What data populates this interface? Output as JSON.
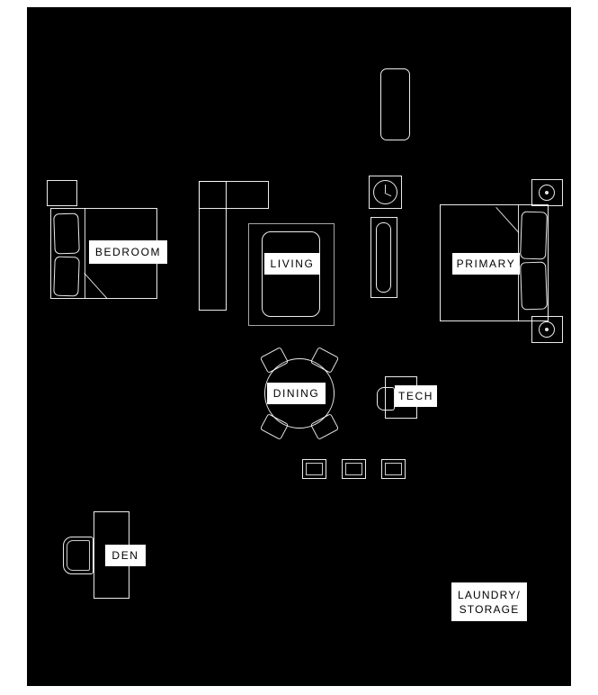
{
  "floorplan": {
    "colors": {
      "page_background": "#ffffff",
      "floor": "#000000",
      "line": "#ffffff",
      "label_bg": "#ffffff",
      "label_text": "#000000"
    },
    "rooms": {
      "bedroom": {
        "label": "BEDROOM"
      },
      "living": {
        "label": "LIVING"
      },
      "primary": {
        "label": "PRIMARY"
      },
      "dining": {
        "label": "DINING"
      },
      "tech": {
        "label": "TECH"
      },
      "den": {
        "label": "DEN"
      },
      "laundry": {
        "label_line1": "LAUNDRY/",
        "label_line2": "STORAGE"
      }
    }
  }
}
